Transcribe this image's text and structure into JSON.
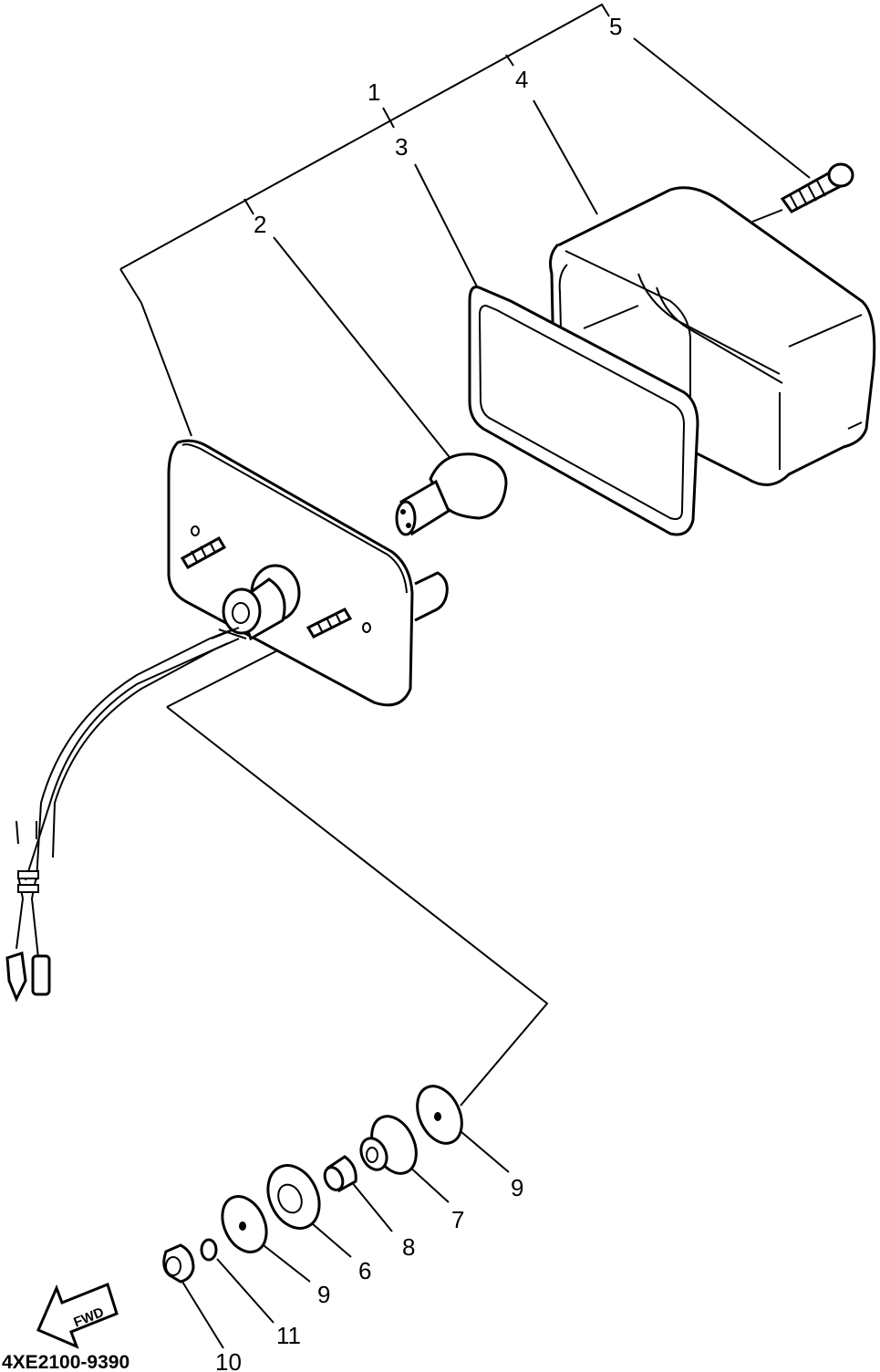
{
  "drawing_code": "4XE2100-9390",
  "fwd_label": "FWD",
  "callouts": {
    "c1": "1",
    "c2": "2",
    "c3": "3",
    "c4": "4",
    "c5": "5",
    "c6": "6",
    "c7": "7",
    "c8": "8",
    "c9a": "9",
    "c9b": "9",
    "c10": "10",
    "c11": "11"
  }
}
